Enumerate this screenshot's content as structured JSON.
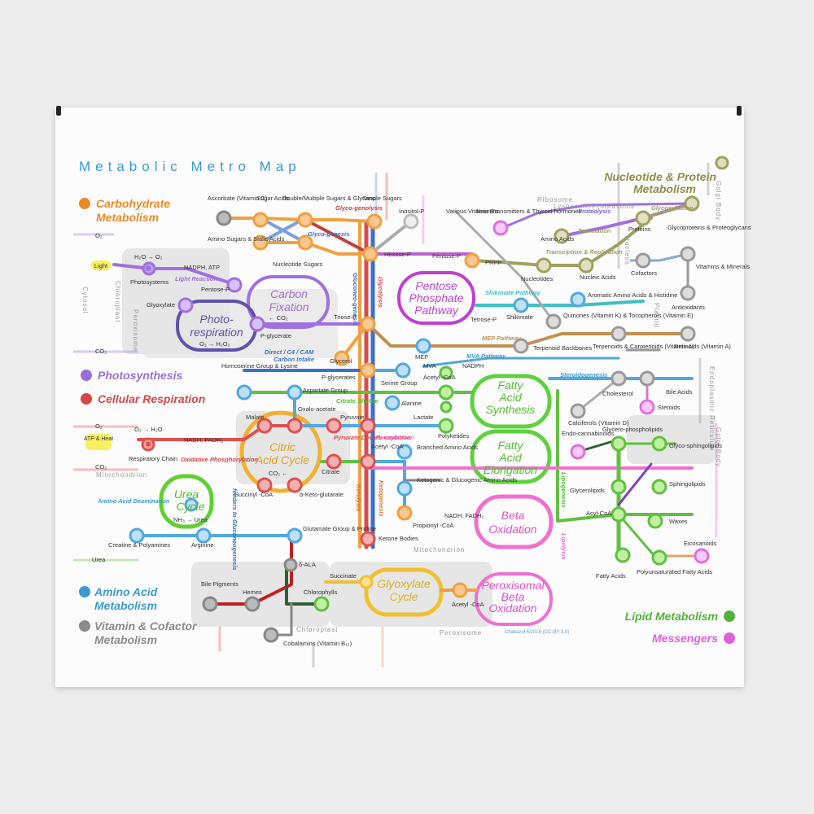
{
  "title": "Metabolic Metro Map",
  "credit": "Chakazul 5/2016 (CC-BY 3.0)",
  "colors": {
    "carbohydrate": "#f0a040",
    "photosynthesis": "#a070e0",
    "respiration": "#e05050",
    "amino": "#50a8e0",
    "vitamin": "#999999",
    "nucleotide": "#a0a060",
    "lipid": "#60c040",
    "messengers": "#f070e0"
  },
  "legend": [
    {
      "key": "carbohydrate",
      "line1": "Carbohydrate",
      "line2": "Metabolism",
      "color": "#e88a2a"
    },
    {
      "key": "photosynthesis",
      "line1": "Photosynthesis",
      "line2": "",
      "color": "#9b6fd8"
    },
    {
      "key": "respiration",
      "line1": "Cellular Respiration",
      "line2": "",
      "color": "#d44848"
    },
    {
      "key": "amino",
      "line1": "Amino Acid",
      "line2": "Metabolism",
      "color": "#3c9ad0"
    },
    {
      "key": "vitamin",
      "line1": "Vitamin & Cofactor",
      "line2": "Metabolism",
      "color": "#8a8a8a"
    },
    {
      "key": "nucleotide",
      "line1": "Nucleotide & Protein",
      "line2": "Metabolism",
      "color": "#8f8f4a"
    },
    {
      "key": "lipid",
      "line1": "Lipid Metabolism",
      "line2": "",
      "color": "#4fb33a"
    },
    {
      "key": "messengers",
      "line1": "Messengers",
      "line2": "",
      "color": "#e060d8"
    }
  ],
  "cycles": {
    "carbon_fixation": [
      "Carbon",
      "Fixation"
    ],
    "photorespiration": [
      "Photo-",
      "respiration"
    ],
    "pentose": [
      "Pentose",
      "Phosphate",
      "Pathway"
    ],
    "citric": [
      "Citric",
      "Acid Cycle"
    ],
    "urea": [
      "Urea",
      "Cycle"
    ],
    "fas": [
      "Fatty",
      "Acid",
      "Synthesis"
    ],
    "fae": [
      "Fatty",
      "Acid",
      "Elongation"
    ],
    "beta": [
      "Beta",
      "Oxidation"
    ],
    "perox": [
      "Peroxisomal",
      "Beta",
      "Oxidation"
    ],
    "glyox": [
      "Glyoxylate",
      "Cycle"
    ]
  },
  "compartments": {
    "cytosol": "Cytosol",
    "chloroplast": "Chloroplast",
    "peroxisome": "Peroxisome",
    "mitochondrion": "Mitochondrion",
    "mitochondrion2": "Mitochondrion",
    "chloroplast2": "Chloroplast",
    "peroxisome2": "Peroxisome",
    "ribosome": "Ribosome",
    "lysosome": "Lysosome/Proteasome",
    "nucleus": "Nucleus",
    "plastid": "Plastid",
    "er": "Endoplasmic Reticulum",
    "golgi_top": "Golgi Body",
    "golgi_mid": "Golgi Body"
  },
  "pathways": {
    "glycolysis": "Glycolysis",
    "gluconeo": "Gluconeo-genesis",
    "glycogenolysis": "Glyco-genolysis",
    "glycogenesis": "Glyco-genesis",
    "light": "Light Reactions",
    "ox_phos": "Oxidative Phosphorylation",
    "direct": "Direct / C4 / CAM",
    "carbon_intake": "Carbon intake",
    "citrate_shuttle": "Citrate Shuttle",
    "pyruvate_decarb": "Pyruvate Decarb-oxylation",
    "fermentation": "Fermentation",
    "ketogenesis": "Ketogenesis",
    "ketolysis": "Ketolysis",
    "aa_deam": "Amino Acid Deamination",
    "feeders": "feeders to Gluconeogenesis",
    "mep": "MEP Pathway",
    "mva": "MVA Pathway",
    "steroido": "Steroidogenesis",
    "lipogenesis": "Lipogenesis",
    "lipolysis": "Lipolysis",
    "shikimate": "Shikimate Pathway",
    "proteolysis": "Proteolysis",
    "translation": "Translation",
    "transcription": "Transciption & Replication",
    "glycosylation": "Glycosyl-ation"
  },
  "labels": {
    "ascorbate": "Ascorbate (Vitamin C)",
    "sugar_acids": "Sugar Acids",
    "double_sugars": "Double/Multiple Sugars & Glycans",
    "simple_sugars": "Simple Sugars",
    "inositol": "Inositol-P",
    "amino_sugars": "Amino Sugars & Sialic Acids",
    "nucleotide_sugars": "Nucleotide Sugars",
    "hexose_p": "Hexose-P",
    "pentose_p_top": "Pentose-P",
    "o2_left": "O₂",
    "h2o_o2": "H₂O → O₂",
    "light_tag": "Light",
    "nadph_atp": "NADPH, ATP",
    "photosystems": "Photosystems",
    "pentose_p_cf": "Pentose-P",
    "glyoxylate": "Glyoxylate",
    "co2_cf": "← CO₂",
    "p_glycerate": "P-glycerate",
    "o2_h2o2": "O₂ → H₂O₂",
    "co2_left": "CO₂",
    "triose_p": "Triose-P",
    "glycerol": "Glycerol",
    "p_glycerates": "P-glycerates",
    "serine_group": "Serine Group",
    "homoserine": "Homoserine Group & Lysine",
    "aspartate": "Aspartate Group",
    "oxaloacetate": "Oxalo-acetate",
    "alanine": "Alanine",
    "pyruvate": "Pyruvate",
    "lactate": "Lactate",
    "malate": "Malate",
    "o2_resp": "O₂",
    "o2_h2o": "O₂ → H₂O",
    "nadh_fadh2": "NADH, FADH₂",
    "atp_heat": "ATP & Heat",
    "resp_chain": "Respiratory Chain",
    "co2_resp": "CO₂",
    "acetyl_coa": "Acetyl -CoA",
    "citrate": "Citrate",
    "co2_cac": "CO₂ ←",
    "branched": "Branched Amino Acids",
    "succinyl": "Succinyl -CoA",
    "akg": "α-Keto-glutarate",
    "ketogenic": "Ketogenic & Glucogenic Amino Acids",
    "nh3_urea": "NH₃ → Urea",
    "creatine": "Creatine & Polyamines",
    "arginine": "Arginine",
    "urea": "Urea",
    "glutamate": "Glutamate Group & Proline",
    "propionyl": "Propionyl -CoA",
    "nadh_beta": "NADH, FADH₂",
    "ketone": "Ketone Bodies",
    "d_ala": "δ-ALA",
    "bile_pigments": "Bile Pigments",
    "hemes": "Hemes",
    "chlorophylls": "Chlorophylls",
    "succinate": "Succinate",
    "acetyl_coa_glyox": "Acetyl -CoA",
    "cobalamins": "Cobalamins (Vitamin B₁₂)",
    "various_b": "Various Vitamin B's",
    "neurotrans": "Neurotransmitters & Thyroid hormones",
    "prpp": "PRPP",
    "nucleotides": "Nucleotides",
    "nucleic_acids": "Nucleic Acids",
    "amino_acids": "Amino Acids",
    "proteins": "Proteins",
    "glycoproteins": "Glycoproteins & Proteoglycans",
    "cofactors": "Cofactors",
    "vitamins_minerals": "Vitamins & Minerals",
    "aromatic": "Aromatic Amino Acids & Histidine",
    "shikimate": "Shikimate",
    "tetrose_p": "Tetrose-P",
    "quinones": "Quinones (Vitamin K) & Tocopherols (Vitamin E)",
    "antioxidants": "Antioxidants",
    "mep": "MEP",
    "terpenoid_backbones": "Terpenoid Backbones",
    "terpenoids": "Terpenoids & Carotenoids (Vitamin A)",
    "retinoids": "Retinoids (Vitamin A)",
    "mva": "MVA",
    "nadph": "NADPH",
    "acetyl_coa_fas": "Acetyl -CoA",
    "cholesterol": "Cholesterol",
    "bile_acids": "Bile Acids",
    "calciferols": "Calciferols (Vitamin D)",
    "steroids": "Steroids",
    "polyketides": "Polyketides",
    "endocannabinoids": "Endo-cannabinoids",
    "glycerophospholipids": "Glycero-phospholipids",
    "glycosphingolipids": "Glyco-sphingolipids",
    "glycerolipids": "Glycerolipids",
    "sphingolipids": "Sphingolipids",
    "acyl_coa": "Acyl-CoA",
    "waxes": "Waxes",
    "eicosanoids": "Eicosanoids",
    "fatty_acids": "Fatty Acids",
    "pufa": "Polyunsaturated Fatty Acids"
  }
}
